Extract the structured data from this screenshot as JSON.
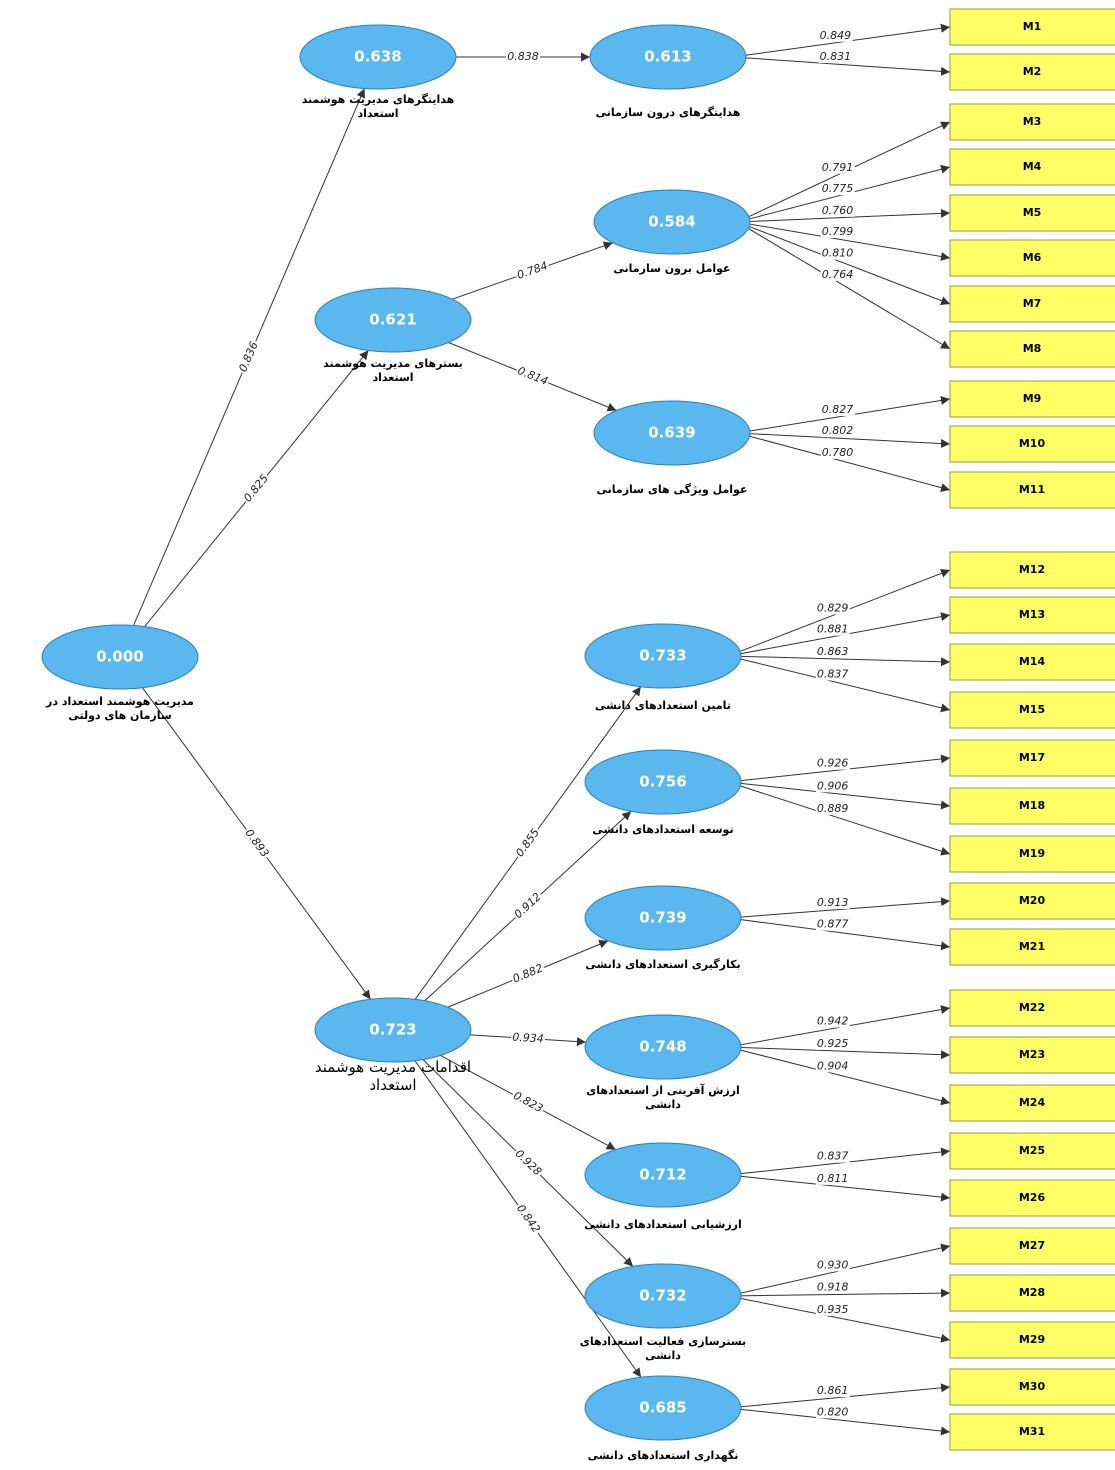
{
  "nodes": [
    {
      "id": "root",
      "value": "0.000",
      "label": [
        "مدیریت هوشمند استعداد در",
        "سازمان های دولتی"
      ]
    },
    {
      "id": "A",
      "value": "0.638",
      "label": [
        "هدایتگرهای مدیریت هوشمند",
        "استعداد"
      ]
    },
    {
      "id": "B",
      "value": "0.621",
      "label": [
        "بسترهای مدیریت هوشمند",
        "استعداد"
      ]
    },
    {
      "id": "C",
      "value": "0.723",
      "label": [
        "اقدامات مدیریت هوشمند",
        "استعداد"
      ]
    },
    {
      "id": "A1",
      "value": "0.613",
      "label": [
        "هدایتگرهای درون سازمانی"
      ]
    },
    {
      "id": "B1",
      "value": "0.584",
      "label": [
        "عوامل برون سازمانی"
      ]
    },
    {
      "id": "B2",
      "value": "0.639",
      "label": [
        "عوامل ویژگی های سازمانی"
      ]
    },
    {
      "id": "C1",
      "value": "0.733",
      "label": [
        "تامین استعدادهای دانشی"
      ]
    },
    {
      "id": "C2",
      "value": "0.756",
      "label": [
        "توسعه استعدادهای دانشی"
      ]
    },
    {
      "id": "C3",
      "value": "0.739",
      "label": [
        "بکارگیری استعدادهای دانشی"
      ]
    },
    {
      "id": "C4",
      "value": "0.748",
      "label": [
        "ارزش آفرینی از استعدادهای",
        "دانشی"
      ]
    },
    {
      "id": "C5",
      "value": "0.712",
      "label": [
        "ارزشیابی استعدادهای دانشی"
      ]
    },
    {
      "id": "C6",
      "value": "0.732",
      "label": [
        "بسترسازی فعالیت استعدادهای",
        "دانشی"
      ]
    },
    {
      "id": "C7",
      "value": "0.685",
      "label": [
        "نگهداری استعدادهای دانشی"
      ]
    }
  ],
  "indicators": [
    "M1",
    "M2",
    "M3",
    "M4",
    "M5",
    "M6",
    "M7",
    "M8",
    "M9",
    "M10",
    "M11",
    "M12",
    "M13",
    "M14",
    "M15",
    "M17",
    "M18",
    "M19",
    "M20",
    "M21",
    "M22",
    "M23",
    "M24",
    "M25",
    "M26",
    "M27",
    "M28",
    "M29",
    "M30",
    "M31"
  ],
  "paths": [
    {
      "from": "root",
      "to": "A",
      "weight": "0.836"
    },
    {
      "from": "root",
      "to": "B",
      "weight": "0.825"
    },
    {
      "from": "root",
      "to": "C",
      "weight": "0.893"
    },
    {
      "from": "A",
      "to": "A1",
      "weight": "0.838"
    },
    {
      "from": "B",
      "to": "B1",
      "weight": "0.784"
    },
    {
      "from": "B",
      "to": "B2",
      "weight": "0.814"
    },
    {
      "from": "C",
      "to": "C1",
      "weight": "0.855"
    },
    {
      "from": "C",
      "to": "C2",
      "weight": "0.912"
    },
    {
      "from": "C",
      "to": "C3",
      "weight": "0.882"
    },
    {
      "from": "C",
      "to": "C4",
      "weight": "0.934"
    },
    {
      "from": "C",
      "to": "C5",
      "weight": "0.823"
    },
    {
      "from": "C",
      "to": "C6",
      "weight": "0.928"
    },
    {
      "from": "C",
      "to": "C7",
      "weight": "0.842"
    }
  ],
  "loadings": [
    {
      "from": "A1",
      "to": "M1",
      "weight": "0.849"
    },
    {
      "from": "A1",
      "to": "M2",
      "weight": "0.831"
    },
    {
      "from": "B1",
      "to": "M3",
      "weight": "0.791"
    },
    {
      "from": "B1",
      "to": "M4",
      "weight": "0.775"
    },
    {
      "from": "B1",
      "to": "M5",
      "weight": "0.760"
    },
    {
      "from": "B1",
      "to": "M6",
      "weight": "0.799"
    },
    {
      "from": "B1",
      "to": "M7",
      "weight": "0.810"
    },
    {
      "from": "B1",
      "to": "M8",
      "weight": "0.764"
    },
    {
      "from": "B2",
      "to": "M9",
      "weight": "0.827"
    },
    {
      "from": "B2",
      "to": "M10",
      "weight": "0.802"
    },
    {
      "from": "B2",
      "to": "M11",
      "weight": "0.780"
    },
    {
      "from": "C1",
      "to": "M12",
      "weight": "0.829"
    },
    {
      "from": "C1",
      "to": "M13",
      "weight": "0.881"
    },
    {
      "from": "C1",
      "to": "M14",
      "weight": "0.863"
    },
    {
      "from": "C1",
      "to": "M15",
      "weight": "0.837"
    },
    {
      "from": "C2",
      "to": "M17",
      "weight": "0.926"
    },
    {
      "from": "C2",
      "to": "M18",
      "weight": "0.906"
    },
    {
      "from": "C2",
      "to": "M19",
      "weight": "0.889"
    },
    {
      "from": "C3",
      "to": "M20",
      "weight": "0.913"
    },
    {
      "from": "C3",
      "to": "M21",
      "weight": "0.877"
    },
    {
      "from": "C4",
      "to": "M22",
      "weight": "0.942"
    },
    {
      "from": "C4",
      "to": "M23",
      "weight": "0.925"
    },
    {
      "from": "C4",
      "to": "M24",
      "weight": "0.904"
    },
    {
      "from": "C5",
      "to": "M25",
      "weight": "0.837"
    },
    {
      "from": "C5",
      "to": "M26",
      "weight": "0.811"
    },
    {
      "from": "C6",
      "to": "M27",
      "weight": "0.930"
    },
    {
      "from": "C6",
      "to": "M28",
      "weight": "0.918"
    },
    {
      "from": "C6",
      "to": "M29",
      "weight": "0.935"
    },
    {
      "from": "C7",
      "to": "M30",
      "weight": "0.861"
    },
    {
      "from": "C7",
      "to": "M31",
      "weight": "0.820"
    }
  ],
  "colors": {
    "node_fill": "#5bb8ef",
    "node_stroke": "#2a7fc0",
    "box_fill": "#ffff66",
    "edge": "#333333"
  }
}
